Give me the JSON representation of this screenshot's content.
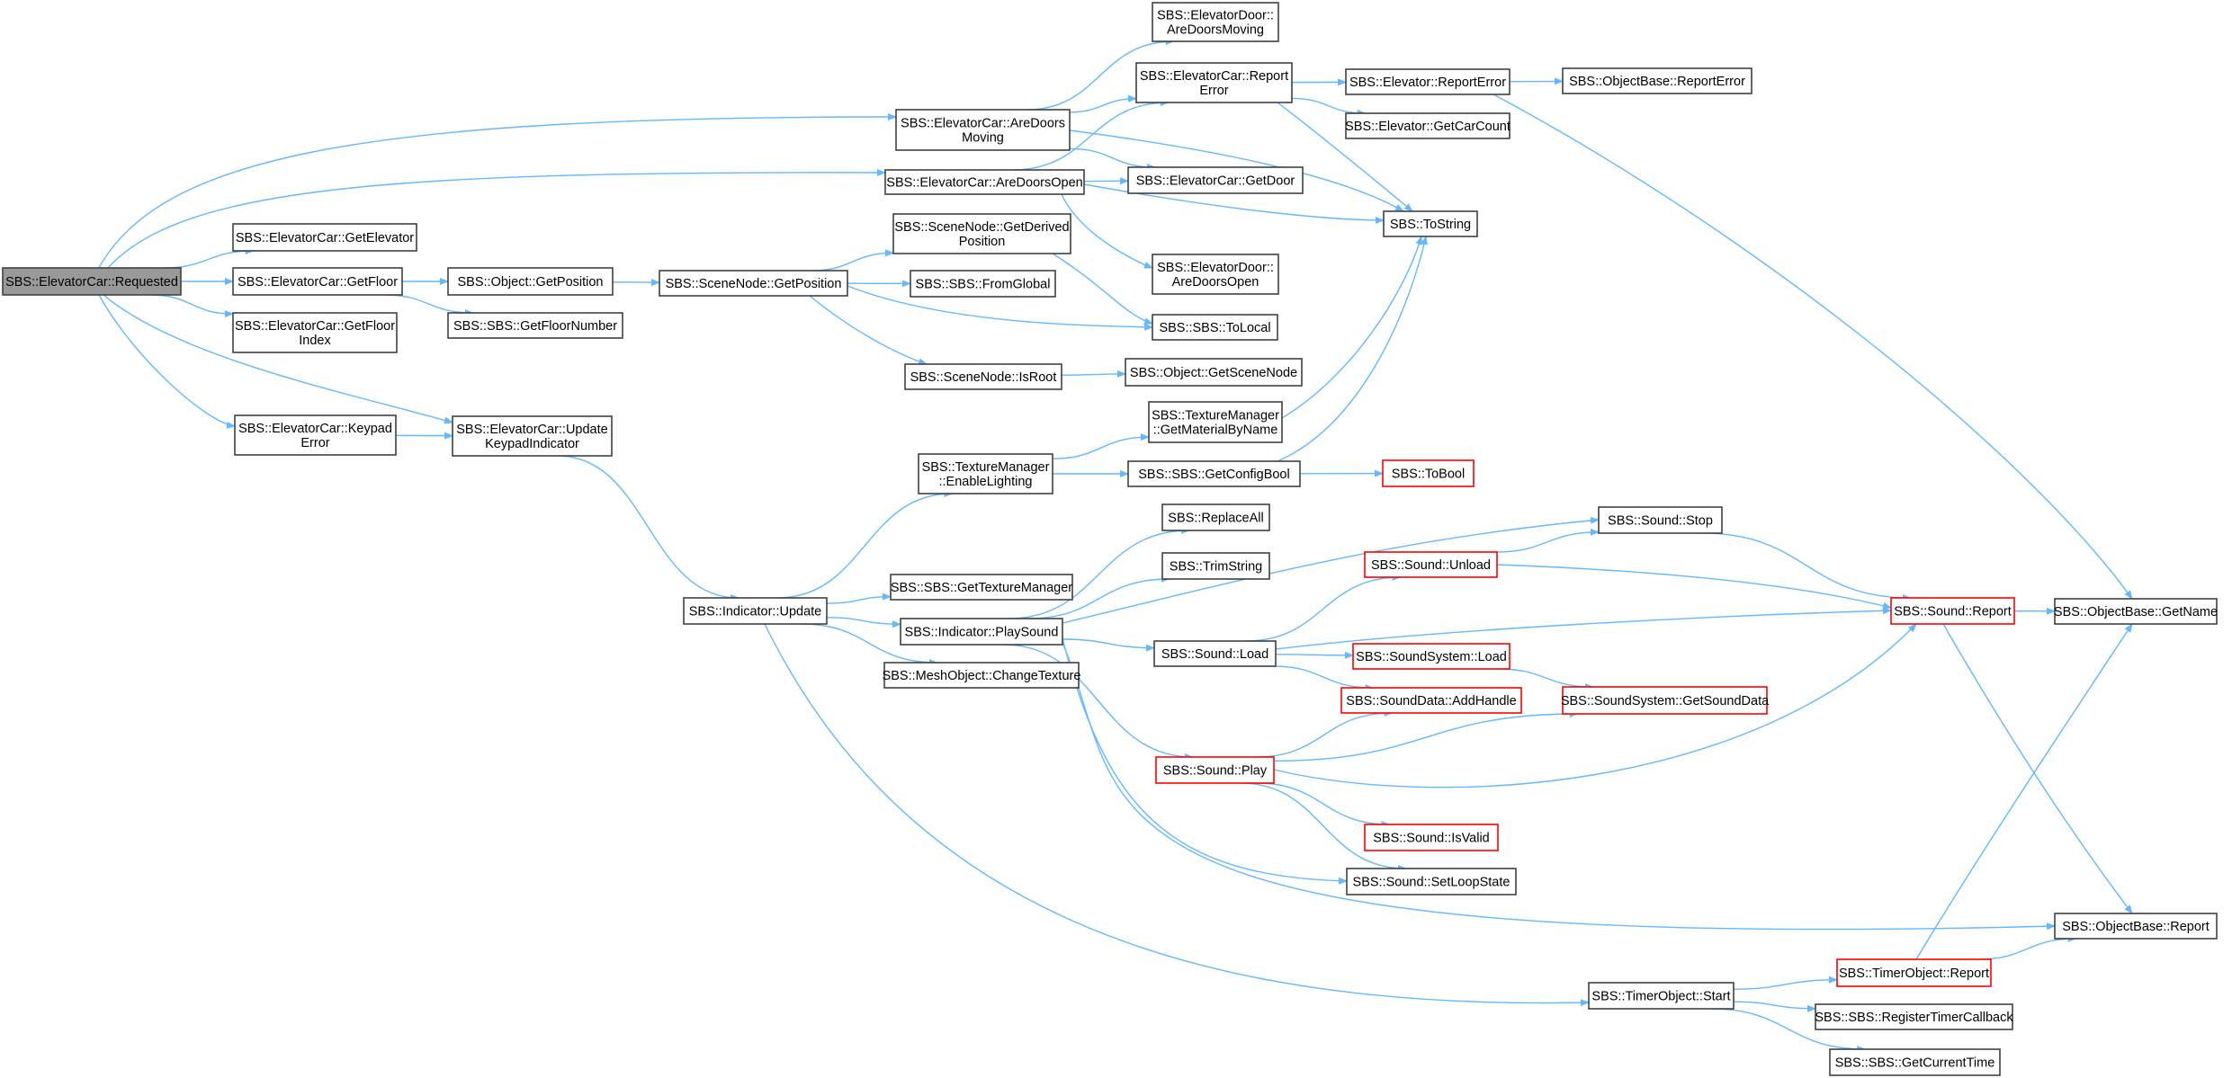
{
  "colors": {
    "edge": "#63b8ff",
    "node_border": "#404040",
    "node_fill": "#ffffff",
    "root_fill": "#999999",
    "truncated_border": "#ff0000"
  },
  "nodes": [
    {
      "id": "requested",
      "lines": [
        "SBS::ElevatorCar::Requested"
      ],
      "style": "root"
    },
    {
      "id": "getelevator",
      "lines": [
        "SBS::ElevatorCar::GetElevator"
      ],
      "style": "normal"
    },
    {
      "id": "getfloor",
      "lines": [
        "SBS::ElevatorCar::GetFloor"
      ],
      "style": "normal"
    },
    {
      "id": "getfloorindex",
      "lines": [
        "SBS::ElevatorCar::GetFloor",
        "Index"
      ],
      "style": "normal"
    },
    {
      "id": "keypaderror",
      "lines": [
        "SBS::ElevatorCar::Keypad",
        "Error"
      ],
      "style": "normal"
    },
    {
      "id": "aredoorsmoving_car",
      "lines": [
        "SBS::ElevatorCar::AreDoors",
        "Moving"
      ],
      "style": "normal"
    },
    {
      "id": "aredoorsopen_car",
      "lines": [
        "SBS::ElevatorCar::AreDoorsOpen"
      ],
      "style": "normal"
    },
    {
      "id": "obj_getposition",
      "lines": [
        "SBS::Object::GetPosition"
      ],
      "style": "normal"
    },
    {
      "id": "getfloornumber",
      "lines": [
        "SBS::SBS::GetFloorNumber"
      ],
      "style": "normal"
    },
    {
      "id": "updatekeypad",
      "lines": [
        "SBS::ElevatorCar::Update",
        "KeypadIndicator"
      ],
      "style": "normal"
    },
    {
      "id": "sn_getposition",
      "lines": [
        "SBS::SceneNode::GetPosition"
      ],
      "style": "normal"
    },
    {
      "id": "sn_getderived",
      "lines": [
        "SBS::SceneNode::GetDerived",
        "Position"
      ],
      "style": "normal"
    },
    {
      "id": "fromglobal",
      "lines": [
        "SBS::SBS::FromGlobal"
      ],
      "style": "normal"
    },
    {
      "id": "isroot",
      "lines": [
        "SBS::SceneNode::IsRoot"
      ],
      "style": "normal"
    },
    {
      "id": "tolocal",
      "lines": [
        "SBS::SBS::ToLocal"
      ],
      "style": "normal"
    },
    {
      "id": "getscenenode",
      "lines": [
        "SBS::Object::GetSceneNode"
      ],
      "style": "normal"
    },
    {
      "id": "door_aredoorsmoving",
      "lines": [
        "SBS::ElevatorDoor::",
        "AreDoorsMoving"
      ],
      "style": "normal"
    },
    {
      "id": "car_reporterror",
      "lines": [
        "SBS::ElevatorCar::Report",
        "Error"
      ],
      "style": "normal"
    },
    {
      "id": "getdoor",
      "lines": [
        "SBS::ElevatorCar::GetDoor"
      ],
      "style": "normal"
    },
    {
      "id": "door_aredoorsopen",
      "lines": [
        "SBS::ElevatorDoor::",
        "AreDoorsOpen"
      ],
      "style": "normal"
    },
    {
      "id": "elev_reporterror",
      "lines": [
        "SBS::Elevator::ReportError"
      ],
      "style": "normal"
    },
    {
      "id": "getcarcount",
      "lines": [
        "SBS::Elevator::GetCarCount"
      ],
      "style": "normal"
    },
    {
      "id": "objbase_reporterror",
      "lines": [
        "SBS::ObjectBase::ReportError"
      ],
      "style": "normal"
    },
    {
      "id": "tostring",
      "lines": [
        "SBS::ToString"
      ],
      "style": "normal"
    },
    {
      "id": "tm_getmaterial",
      "lines": [
        "SBS::TextureManager",
        "::GetMaterialByName"
      ],
      "style": "normal"
    },
    {
      "id": "tm_enablelighting",
      "lines": [
        "SBS::TextureManager",
        "::EnableLighting"
      ],
      "style": "normal"
    },
    {
      "id": "getconfigbool",
      "lines": [
        "SBS::SBS::GetConfigBool"
      ],
      "style": "normal"
    },
    {
      "id": "tobool",
      "lines": [
        "SBS::ToBool"
      ],
      "style": "truncated"
    },
    {
      "id": "ind_update",
      "lines": [
        "SBS::Indicator::Update"
      ],
      "style": "normal"
    },
    {
      "id": "gettexturemanager",
      "lines": [
        "SBS::SBS::GetTextureManager"
      ],
      "style": "normal"
    },
    {
      "id": "ind_playsound",
      "lines": [
        "SBS::Indicator::PlaySound"
      ],
      "style": "normal"
    },
    {
      "id": "changetexture",
      "lines": [
        "SBS::MeshObject::ChangeTexture"
      ],
      "style": "normal"
    },
    {
      "id": "replaceall",
      "lines": [
        "SBS::ReplaceAll"
      ],
      "style": "normal"
    },
    {
      "id": "trimstring",
      "lines": [
        "SBS::TrimString"
      ],
      "style": "normal"
    },
    {
      "id": "sound_load",
      "lines": [
        "SBS::Sound::Load"
      ],
      "style": "normal"
    },
    {
      "id": "sound_play",
      "lines": [
        "SBS::Sound::Play"
      ],
      "style": "truncated"
    },
    {
      "id": "sound_stop",
      "lines": [
        "SBS::Sound::Stop"
      ],
      "style": "normal"
    },
    {
      "id": "sound_unload",
      "lines": [
        "SBS::Sound::Unload"
      ],
      "style": "truncated"
    },
    {
      "id": "soundsystem_load",
      "lines": [
        "SBS::SoundSystem::Load"
      ],
      "style": "truncated"
    },
    {
      "id": "sounddata_addhandle",
      "lines": [
        "SBS::SoundData::AddHandle"
      ],
      "style": "truncated"
    },
    {
      "id": "soundsystem_getsounddata",
      "lines": [
        "SBS::SoundSystem::GetSoundData"
      ],
      "style": "truncated"
    },
    {
      "id": "sound_isvalid",
      "lines": [
        "SBS::Sound::IsValid"
      ],
      "style": "truncated"
    },
    {
      "id": "sound_setloopstate",
      "lines": [
        "SBS::Sound::SetLoopState"
      ],
      "style": "normal"
    },
    {
      "id": "sound_report",
      "lines": [
        "SBS::Sound::Report"
      ],
      "style": "truncated"
    },
    {
      "id": "objbase_getname",
      "lines": [
        "SBS::ObjectBase::GetName"
      ],
      "style": "normal"
    },
    {
      "id": "objbase_report",
      "lines": [
        "SBS::ObjectBase::Report"
      ],
      "style": "normal"
    },
    {
      "id": "timer_start",
      "lines": [
        "SBS::TimerObject::Start"
      ],
      "style": "normal"
    },
    {
      "id": "timer_report",
      "lines": [
        "SBS::TimerObject::Report"
      ],
      "style": "truncated"
    },
    {
      "id": "registertimercallback",
      "lines": [
        "SBS::SBS::RegisterTimerCallback"
      ],
      "style": "normal"
    },
    {
      "id": "getcurrenttime",
      "lines": [
        "SBS::SBS::GetCurrentTime"
      ],
      "style": "normal"
    }
  ],
  "edges": [
    {
      "from": "requested",
      "to": "aredoorsmoving_car"
    },
    {
      "from": "requested",
      "to": "aredoorsopen_car"
    },
    {
      "from": "requested",
      "to": "getelevator"
    },
    {
      "from": "requested",
      "to": "getfloor"
    },
    {
      "from": "requested",
      "to": "getfloorindex"
    },
    {
      "from": "requested",
      "to": "keypaderror"
    },
    {
      "from": "requested",
      "to": "updatekeypad"
    },
    {
      "from": "getfloor",
      "to": "obj_getposition"
    },
    {
      "from": "getfloor",
      "to": "getfloornumber"
    },
    {
      "from": "keypaderror",
      "to": "updatekeypad"
    },
    {
      "from": "updatekeypad",
      "to": "ind_update"
    },
    {
      "from": "obj_getposition",
      "to": "sn_getposition"
    },
    {
      "from": "sn_getposition",
      "to": "sn_getderived"
    },
    {
      "from": "sn_getposition",
      "to": "fromglobal"
    },
    {
      "from": "sn_getposition",
      "to": "tolocal"
    },
    {
      "from": "sn_getposition",
      "to": "isroot"
    },
    {
      "from": "sn_getderived",
      "to": "tolocal"
    },
    {
      "from": "isroot",
      "to": "getscenenode"
    },
    {
      "from": "aredoorsmoving_car",
      "to": "door_aredoorsmoving"
    },
    {
      "from": "aredoorsmoving_car",
      "to": "car_reporterror"
    },
    {
      "from": "aredoorsmoving_car",
      "to": "getdoor"
    },
    {
      "from": "aredoorsmoving_car",
      "to": "tostring"
    },
    {
      "from": "aredoorsopen_car",
      "to": "car_reporterror"
    },
    {
      "from": "aredoorsopen_car",
      "to": "getdoor"
    },
    {
      "from": "aredoorsopen_car",
      "to": "door_aredoorsopen"
    },
    {
      "from": "aredoorsopen_car",
      "to": "tostring"
    },
    {
      "from": "car_reporterror",
      "to": "elev_reporterror"
    },
    {
      "from": "car_reporterror",
      "to": "getcarcount"
    },
    {
      "from": "car_reporterror",
      "to": "tostring"
    },
    {
      "from": "elev_reporterror",
      "to": "objbase_reporterror"
    },
    {
      "from": "elev_reporterror",
      "to": "objbase_getname"
    },
    {
      "from": "tm_getmaterial",
      "to": "tostring"
    },
    {
      "from": "getconfigbool",
      "to": "tostring"
    },
    {
      "from": "getconfigbool",
      "to": "tobool"
    },
    {
      "from": "tm_enablelighting",
      "to": "tm_getmaterial"
    },
    {
      "from": "tm_enablelighting",
      "to": "getconfigbool"
    },
    {
      "from": "ind_update",
      "to": "tm_enablelighting"
    },
    {
      "from": "ind_update",
      "to": "gettexturemanager"
    },
    {
      "from": "ind_update",
      "to": "ind_playsound"
    },
    {
      "from": "ind_update",
      "to": "changetexture"
    },
    {
      "from": "ind_update",
      "to": "timer_start"
    },
    {
      "from": "ind_playsound",
      "to": "replaceall"
    },
    {
      "from": "ind_playsound",
      "to": "trimstring"
    },
    {
      "from": "ind_playsound",
      "to": "sound_stop"
    },
    {
      "from": "ind_playsound",
      "to": "sound_load"
    },
    {
      "from": "ind_playsound",
      "to": "sound_play"
    },
    {
      "from": "ind_playsound",
      "to": "sound_setloopstate"
    },
    {
      "from": "ind_playsound",
      "to": "objbase_report"
    },
    {
      "from": "sound_load",
      "to": "sound_unload"
    },
    {
      "from": "sound_load",
      "to": "sound_report"
    },
    {
      "from": "sound_load",
      "to": "soundsystem_load"
    },
    {
      "from": "sound_load",
      "to": "sounddata_addhandle"
    },
    {
      "from": "sound_unload",
      "to": "sound_stop"
    },
    {
      "from": "sound_unload",
      "to": "sound_report"
    },
    {
      "from": "sound_stop",
      "to": "sound_report"
    },
    {
      "from": "soundsystem_load",
      "to": "soundsystem_getsounddata"
    },
    {
      "from": "sound_play",
      "to": "sounddata_addhandle"
    },
    {
      "from": "sound_play",
      "to": "soundsystem_getsounddata"
    },
    {
      "from": "sound_play",
      "to": "sound_report"
    },
    {
      "from": "sound_play",
      "to": "sound_isvalid"
    },
    {
      "from": "sound_play",
      "to": "sound_setloopstate"
    },
    {
      "from": "sound_report",
      "to": "objbase_getname"
    },
    {
      "from": "sound_report",
      "to": "objbase_report"
    },
    {
      "from": "timer_start",
      "to": "timer_report"
    },
    {
      "from": "timer_start",
      "to": "registertimercallback"
    },
    {
      "from": "timer_start",
      "to": "getcurrenttime"
    },
    {
      "from": "timer_report",
      "to": "objbase_getname"
    },
    {
      "from": "timer_report",
      "to": "objbase_report"
    }
  ]
}
